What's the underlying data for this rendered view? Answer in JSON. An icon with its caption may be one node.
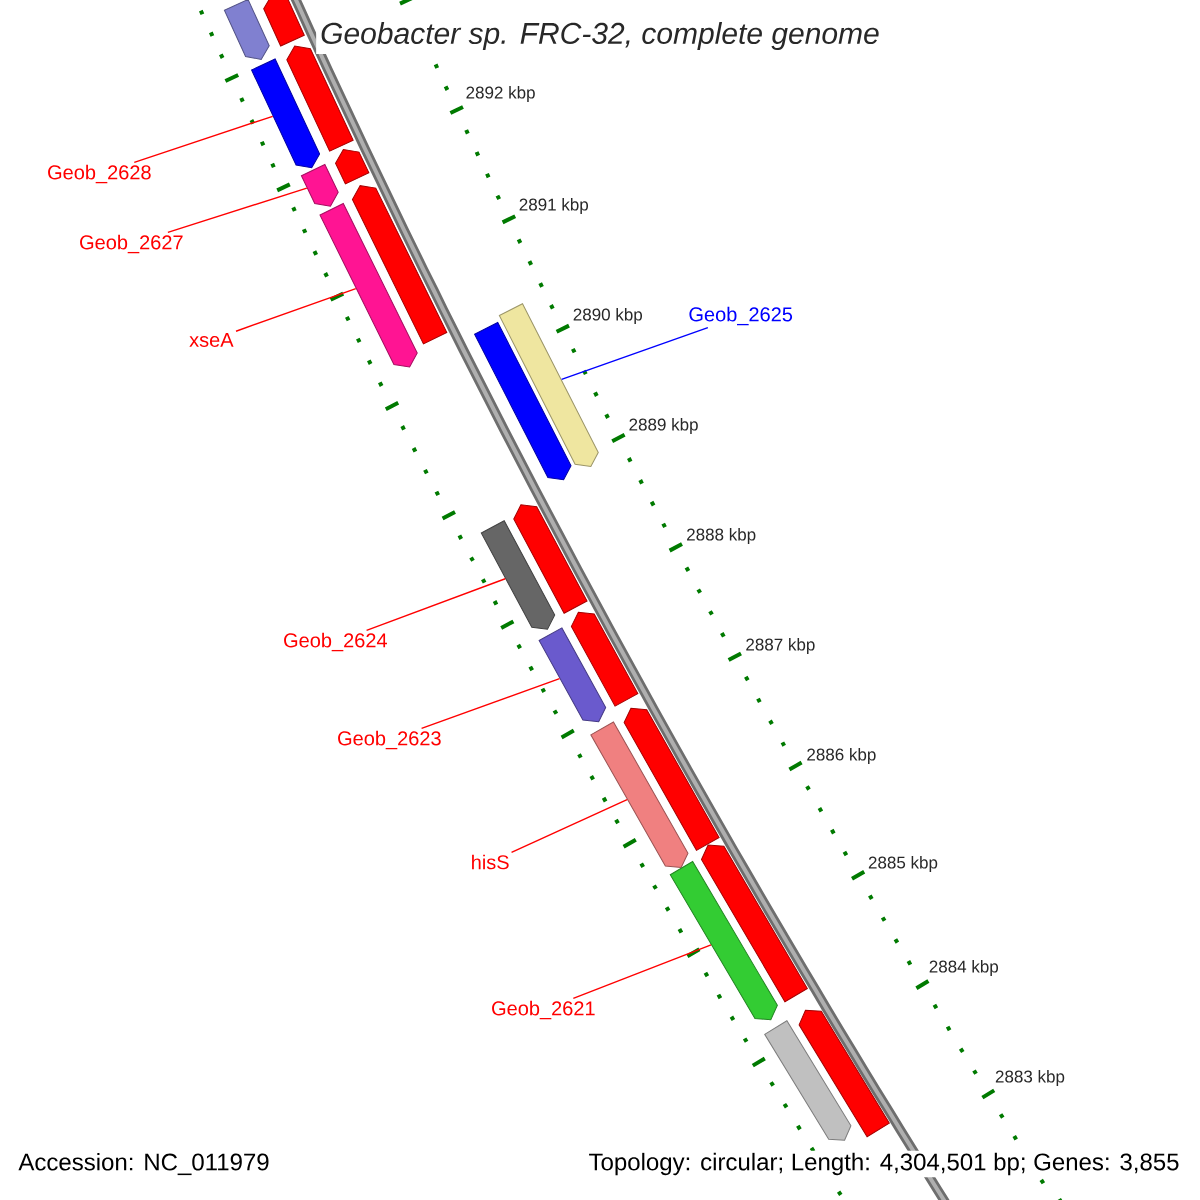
{
  "diagram": {
    "title": "*Geobacter sp.* FRC-32, complete genome",
    "nodes": [
      {
        "text": [
          "Geob_2628"
        ]
      },
      {
        "text": [
          "Geob_2627"
        ]
      },
      {
        "text": [
          "xseA"
        ]
      },
      {
        "text": [
          "Geob_2625"
        ]
      },
      {
        "text": [
          "Geob_2624"
        ]
      },
      {
        "text": [
          "Geob_2623"
        ]
      },
      {
        "text": [
          "hisS"
        ]
      },
      {
        "text": [
          "Geob_2621"
        ]
      },
      {
        "text": [],
        "shape": "bar"
      },
      {
        "text": [],
        "shape": "bar"
      },
      {
        "text": [],
        "shape": "bar"
      },
      {
        "text": [],
        "shape": "bar"
      },
      {
        "text": [],
        "shape": "bar"
      },
      {
        "text": [],
        "shape": "bar"
      },
      {
        "text": [],
        "shape": "bar"
      },
      {
        "text": [],
        "shape": "bar"
      },
      {
        "text": [],
        "shape": "bar"
      },
      {
        "text": [],
        "shape": "bar"
      },
      {
        "text": [],
        "shape": "bar"
      },
      {
        "text": [],
        "shape": "bar"
      },
      {
        "text": [],
        "shape": "bar"
      },
      {
        "text": [],
        "shape": "bar"
      },
      {
        "text": [],
        "shape": "bar"
      },
      {
        "text": [],
        "shape": "bar"
      },
      {
        "text": [],
        "shape": "bar"
      },
      {
        "text": [],
        "shape": "bar"
      },
      {
        "text": [],
        "shape": "bar"
      },
      {
        "text": [],
        "shape": "bar"
      }
    ],
    "edges": [
      {
        "from": 0,
        "to": 11,
        "arrow": "none"
      },
      {
        "from": 1,
        "to": 13,
        "arrow": "none"
      },
      {
        "from": 2,
        "to": 15,
        "arrow": "none"
      },
      {
        "from": 3,
        "to": 16,
        "arrow": "none",
        "color": "#0000ff"
      },
      {
        "from": 4,
        "to": 19,
        "arrow": "none"
      },
      {
        "from": 5,
        "to": 21,
        "arrow": "none"
      },
      {
        "from": 6,
        "to": 23,
        "arrow": "none"
      },
      {
        "from": 7,
        "to": 25,
        "arrow": "none"
      }
    ],
    "labels": [
      "2892 kbp",
      "2891 kbp",
      "2890 kbp",
      "2889 kbp",
      "2888 kbp",
      "2887 kbp",
      "2886 kbp",
      "2885 kbp",
      "2884 kbp",
      "2883 kbp",
      "Accession: NC_011979",
      "Topology: circular; Length: 4,304,501 bp; Genes: 3,855"
    ]
  }
}
